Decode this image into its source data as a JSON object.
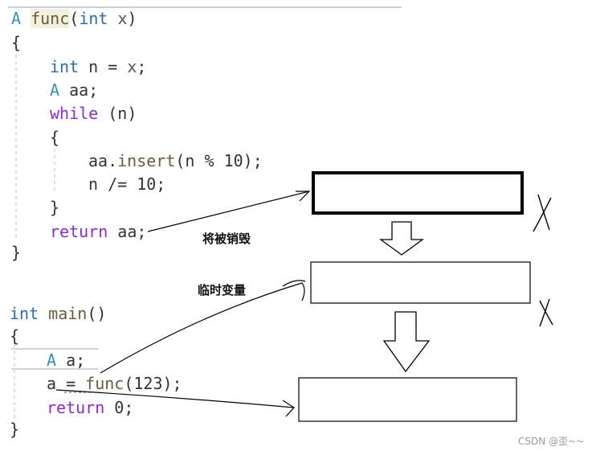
{
  "code": {
    "func_def": {
      "ret_type": "A",
      "name": "func",
      "open_paren": "(",
      "param_type": "int",
      "param_name": "x",
      "close_paren": ")"
    },
    "brace_open_1": "{",
    "line_int_n": {
      "type": "int",
      "rest": " n = ",
      "var": "x",
      "end": ";"
    },
    "line_A_aa": {
      "type": "A",
      "rest": " aa;"
    },
    "line_while": {
      "kw": "while",
      "rest": " (n)"
    },
    "brace_open_2": "{",
    "line_insert": {
      "obj": "aa.",
      "method": "insert",
      "rest": "(n % 10);"
    },
    "line_div": "n /= 10;",
    "brace_close_2": "}",
    "line_return": {
      "kw": "return",
      "rest": " aa;"
    },
    "brace_close_1": "}",
    "main_def": {
      "type": "int",
      "name": "main",
      "rest": "()"
    },
    "brace_open_3": "{",
    "line_A_a": {
      "type": "A",
      "rest": " a;"
    },
    "line_assign": {
      "lhs": "a = ",
      "fn": "func",
      "rest": "(123);"
    },
    "line_return0": {
      "kw": "return",
      "rest": " 0;"
    },
    "brace_close_3": "}"
  },
  "labels": {
    "destroyed": "将被销毁",
    "temporary": "临时变量"
  },
  "watermark": "CSDN @歪~~",
  "colors": {
    "type_keyword": "#2b6cb0",
    "control_keyword": "#8a2be2",
    "class_name": "#3a8fb8",
    "ink": "#111111"
  }
}
